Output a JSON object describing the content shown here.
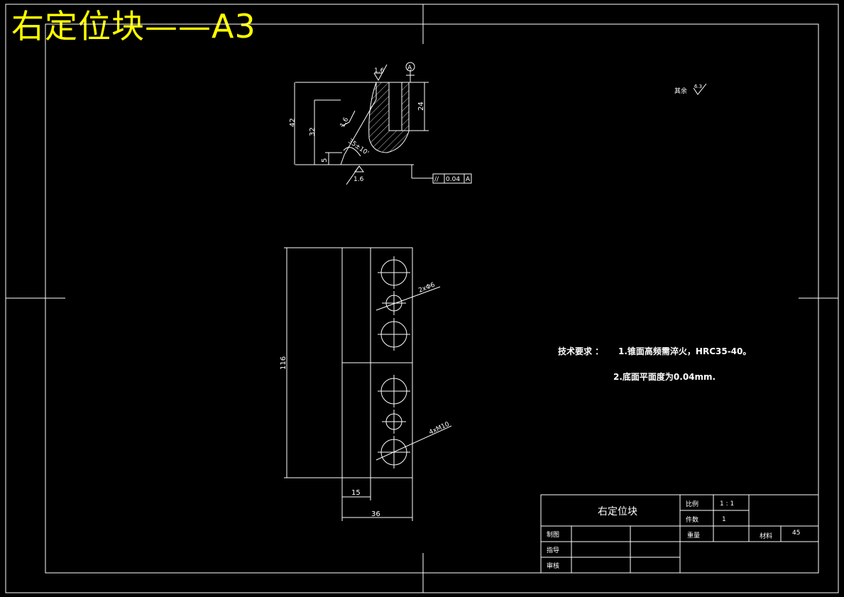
{
  "sheet_title": "右定位块——A3",
  "colors": {
    "background": "#000000",
    "lines": "#ffffff",
    "title": "#ffff00"
  },
  "side_view": {
    "dims": {
      "overall_height": "42",
      "cone_height": "32",
      "base_step": "5",
      "bore_depth": "24",
      "cone_angle": "35±10'"
    },
    "roughness": {
      "top": "1.6",
      "cone": "1.6",
      "bottom": "1.6"
    },
    "datum": "A",
    "parallelism": {
      "symbol": "//",
      "value": "0.04",
      "datum": "A"
    }
  },
  "front_view": {
    "dims": {
      "height": "116",
      "offset": "15",
      "width": "36"
    },
    "holes_small": "2xΦ6",
    "holes_threaded": "4xM10"
  },
  "surface_note": {
    "label": "其余",
    "value": "6.3"
  },
  "tech_req": {
    "heading": "技术要求 ：",
    "item1": "1.锥面高频需淬火，HRC35-40。",
    "item2": "2.底面平面度为0.04mm."
  },
  "title_block": {
    "part_name": "右定位块",
    "scale_label": "比例",
    "scale_value": "1 : 1",
    "qty_label": "件数",
    "qty_value": "1",
    "drawn_label": "制图",
    "weight_label": "重量",
    "material_label": "材料",
    "material_value": "45",
    "guide_label": "指导",
    "review_label": "审核"
  }
}
